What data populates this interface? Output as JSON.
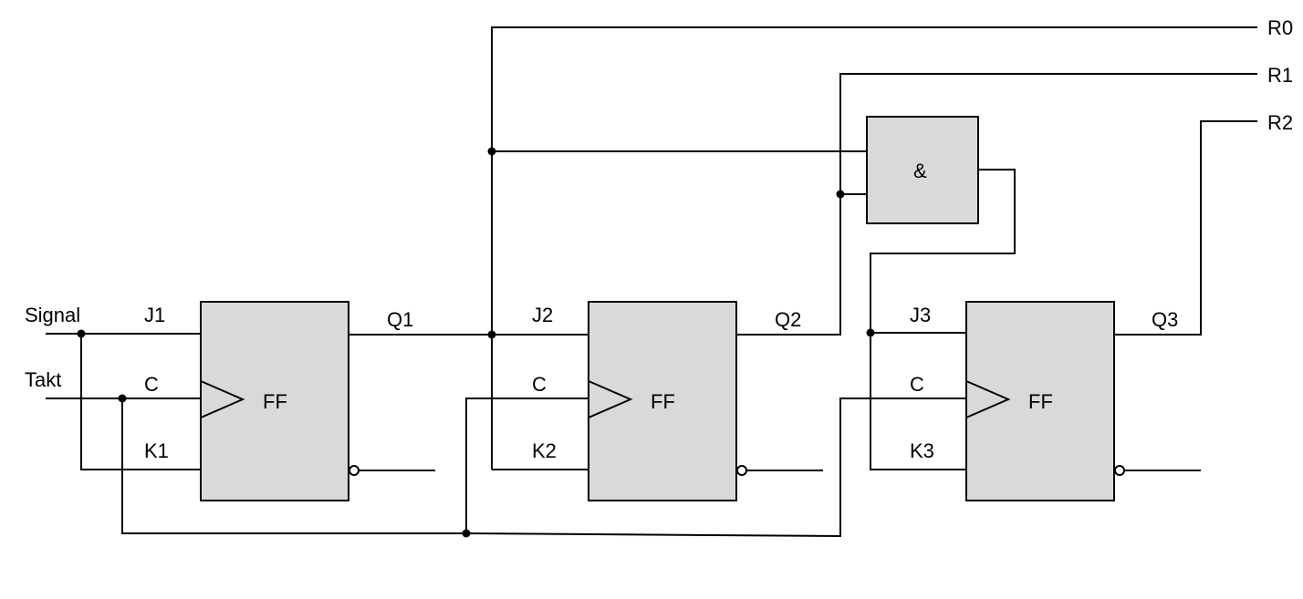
{
  "inputs": {
    "signal": "Signal",
    "takt": "Takt"
  },
  "flipflops": [
    {
      "name": "FF",
      "j": "J1",
      "c": "C",
      "k": "K1",
      "q": "Q1"
    },
    {
      "name": "FF",
      "j": "J2",
      "c": "C",
      "k": "K2",
      "q": "Q2"
    },
    {
      "name": "FF",
      "j": "J3",
      "c": "C",
      "k": "K3",
      "q": "Q3"
    }
  ],
  "and_gate": {
    "symbol": "&"
  },
  "outputs": {
    "r0": "R0",
    "r1": "R1",
    "r2": "R2"
  }
}
